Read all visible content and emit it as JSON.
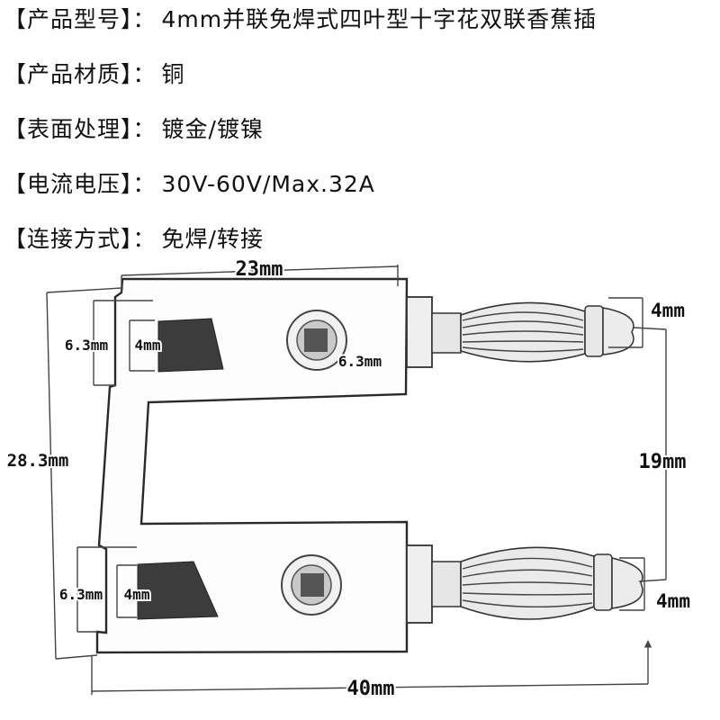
{
  "specs": [
    {
      "label": "【产品型号】：",
      "value": "4mm并联免焊式四叶型十字花双联香蕉插"
    },
    {
      "label": "【产品材质】：",
      "value": "铜"
    },
    {
      "label": "【表面处理】：",
      "value": "镀金/镀镍"
    },
    {
      "label": "【电流电压】：",
      "value": "30V-60V/Max.32A"
    },
    {
      "label": "【连接方式】：",
      "value": "免焊/转接"
    }
  ],
  "dimensions": {
    "top_width": "23mm",
    "hole_label": "6.3mm",
    "tab_upper_outer": "6.3mm",
    "tab_upper_inner": "4mm",
    "tab_lower_outer": "6.3mm",
    "tab_lower_inner": "4mm",
    "overall_height": "28.3mm",
    "pin_top_diameter": "4mm",
    "pin_spacing": "19mm",
    "pin_bottom_diameter": "4mm",
    "overall_length": "40mm"
  }
}
